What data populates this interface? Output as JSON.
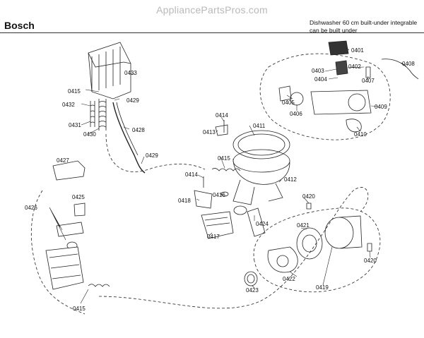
{
  "watermark": "AppliancePartsPros.com",
  "header": {
    "brand": "Bosch",
    "description_line1": "Dishwasher 60 cm built-under integrable",
    "description_line2": "can be built under"
  },
  "parts": {
    "p0401": "0401",
    "p0402": "0402",
    "p0403": "0403",
    "p0404": "0404",
    "p0405": "0405",
    "p0406": "0406",
    "p0407": "0407",
    "p0408": "0408",
    "p0409": "0409",
    "p0410": "0410",
    "p0411": "0411",
    "p0412": "0412",
    "p0413": "0413",
    "p0414a": "0414",
    "p0414b": "0414",
    "p0415a": "0415",
    "p0415b": "0415",
    "p0415c": "0415",
    "p0416": "0416",
    "p0417": "0417",
    "p0418": "0418",
    "p0419": "0419",
    "p0420a": "0420",
    "p0420b": "0420",
    "p0421": "0421",
    "p0422": "0422",
    "p0423": "0423",
    "p0424": "0424",
    "p0425": "0425",
    "p0426": "0426",
    "p0427": "0427",
    "p0428": "0428",
    "p0429a": "0429",
    "p0429b": "0429",
    "p0430": "0430",
    "p0431": "0431",
    "p0432": "0432",
    "p0433": "0433"
  }
}
